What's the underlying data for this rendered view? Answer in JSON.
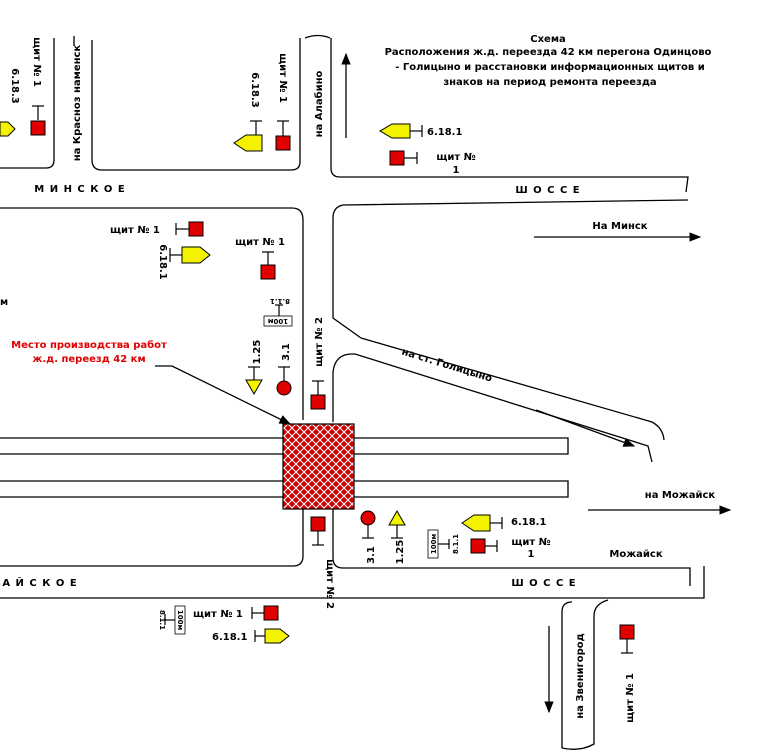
{
  "title": {
    "line1": "Схема",
    "line2": "Расположения ж.д. переезда 42 км перегона Одинцово",
    "line3": "- Голицыно и расстановки информационных щитов и",
    "line4": "знаков на период ремонта переезда"
  },
  "roads": {
    "minskoe_top": "М И Н С К О Е",
    "shosse_top": "Ш О С С Е",
    "mozhayskoe_bottom": "А Й С К О Е",
    "shosse_bottom": "Ш О С С Е",
    "to_krasnoznamensk": "на Красноз наменск",
    "to_alabino": "на Алабино",
    "to_golitsyno": "на ст. Голицыно",
    "to_minsk": "На Минск",
    "to_mozhaysk": "на Можайск",
    "mozhaysk": "Можайск",
    "to_zvenigorod": "на Звенигород"
  },
  "worksite": {
    "line1": "Место производства работ",
    "line2": "ж.д. переезд 42 км",
    "color": "#e00000"
  },
  "labels": {
    "s618_3_left": "6.18.3",
    "shield1_left_v": "щит № 1",
    "s618_3_mid": "6.18.3",
    "shield1_mid_v": "щит № 1",
    "s618_1_topright": "6.18.1",
    "shield1_topright_a": "щит №",
    "shield1_topright_b": "1",
    "shield1_leftmid": "щит № 1",
    "s618_1_leftmid": "6.18.1",
    "shield1_center": "щит № 1",
    "s811_top": "8.1.1",
    "plate_top": "100м",
    "s125_top": "1.25",
    "s31_top": "3.1",
    "shield2_top": "щит № 2",
    "s31_bottom": "3.1",
    "s125_bottom": "1.25",
    "plate_bottom": "100м",
    "s811_bottom": "8.1.1",
    "s618_1_bottomright": "6.18.1",
    "shield1_bottomright_a": "щит №",
    "shield1_bottomright_b": "1",
    "shield2_bottom": "щит № 2",
    "plate_bl": "100м",
    "s811_bl": "8.1.1",
    "shield1_bl": "щит № 1",
    "s618_1_bl": "6.18.1",
    "shield1_zvenigorod": "щит № 1",
    "left_m": "м"
  },
  "colors": {
    "shield_red": "#e00000",
    "sign_yellow": "#f3f300",
    "worksite_text": "#e00000"
  },
  "icons": [
    "information-shield-icon",
    "sign-6-18-icon",
    "warning-triangle-icon",
    "no-entry-circle-icon",
    "distance-plate-icon",
    "direction-arrow-icon",
    "crosshatch-worksite-icon"
  ]
}
